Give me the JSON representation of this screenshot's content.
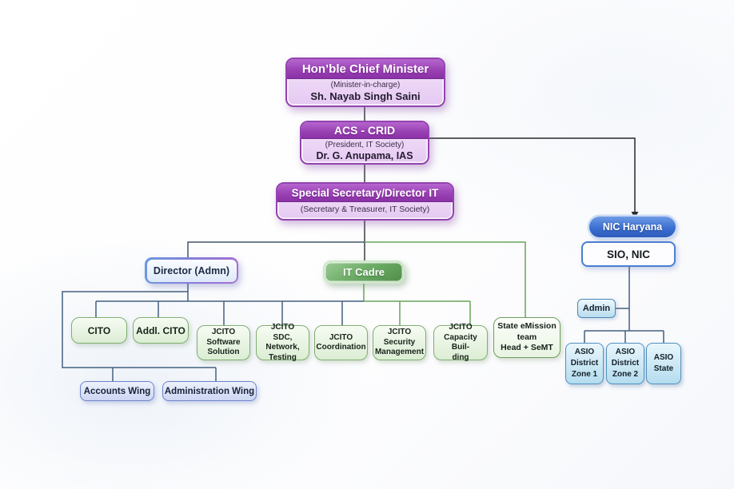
{
  "executive": {
    "chief_minister": {
      "title": "Hon’ble Chief Minister",
      "subtitle": "(Minister-in-charge)",
      "person": "Sh. Nayab Singh Saini"
    },
    "acs_crid": {
      "title": "ACS - CRID",
      "subtitle": "(President, IT Society)",
      "person": "Dr. G. Anupama, IAS"
    },
    "special_secretary": {
      "title": "Special Secretary/Director IT",
      "subtitle": "(Secretary & Treasurer, IT Society)"
    }
  },
  "nodes": {
    "director_admn": "Director (Admn)",
    "it_cadre": "IT Cadre",
    "nic_haryana": "NIC Haryana",
    "sio_nic": "SIO, NIC",
    "admin": "Admin",
    "cito": "CITO",
    "addl_cito": "Addl. CITO",
    "jcito_software": "JCITO\nSoftware\nSolution",
    "jcito_sdc": "JCITO\nSDC, Network,\nTesting",
    "jcito_coordination": "JCITO\nCoordination",
    "jcito_security": "JCITO\nSecurity\nManagement",
    "jcito_capacity": "JCITO\nCapacity Buil-\nding",
    "state_emission": "State eMission\nteam\nHead + SeMT",
    "asio_zone1": "ASIO\nDistrict\nZone 1",
    "asio_zone2": "ASIO\nDistrict\nZone 2",
    "asio_state": "ASIO\nState",
    "accounts_wing": "Accounts Wing",
    "administration_wing": "Administration Wing"
  },
  "palette": {
    "purple_header": "#9a43b4",
    "purple_body": "#e9cff3",
    "green_solid": "#4f8d49",
    "green_leaf_fill": "#e4f0dc",
    "green_border": "#7fae70",
    "blue_pill": "#3b6fd0",
    "blue_border": "#4a7fd0",
    "lightblue_fill": "#c3e1f0",
    "periwinkle_fill": "#d6ddf5",
    "periwinkle_border": "#6e83cc",
    "line_dark": "#3a3f45",
    "line_blue": "#44607e",
    "line_green": "#69a45c",
    "arrow_black": "#26282b"
  }
}
